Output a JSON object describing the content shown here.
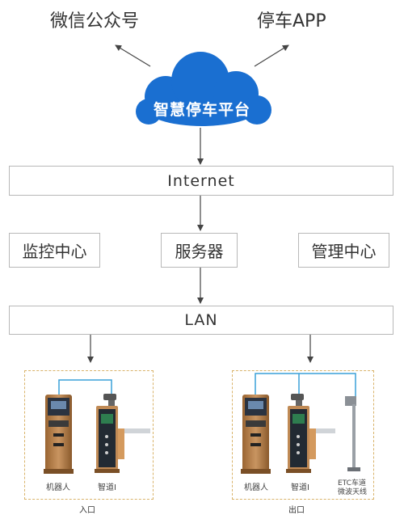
{
  "top": {
    "wechat": "微信公众号",
    "app": "停车APP"
  },
  "cloud": {
    "label": "智慧停车平台",
    "color": "#1a6fd1"
  },
  "internet": "Internet",
  "middle": {
    "monitor": "监控中心",
    "server": "服务器",
    "management": "管理中心"
  },
  "lan": "LAN",
  "entrance": {
    "robot_label": "机器人",
    "lane_label": "智道Ⅰ",
    "group_label": "入口"
  },
  "exit": {
    "robot_label": "机器人",
    "lane_label": "智道Ⅰ",
    "etc_label_line1": "ETC车道",
    "etc_label_line2": "微波天线",
    "group_label": "出口"
  },
  "colors": {
    "box_border": "#b8b8b8",
    "arrow": "#444444",
    "cable": "#3aa0d8",
    "dash_border": "#d9b36a",
    "kiosk_body": "#b9824a"
  }
}
